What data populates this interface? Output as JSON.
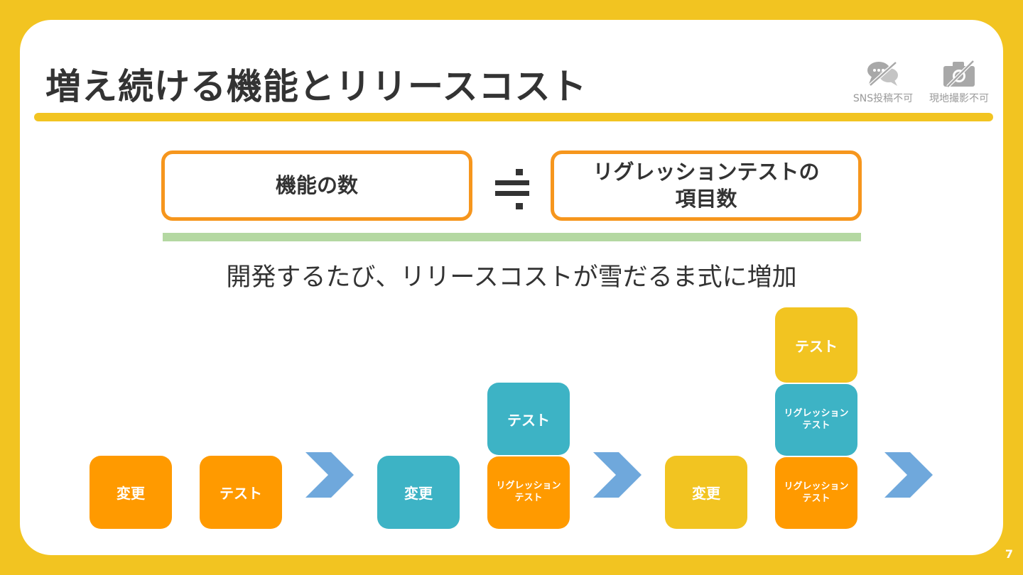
{
  "slide": {
    "title": "増え続ける機能とリリースコスト",
    "page_number": "7",
    "summary": "開発するたび、リリースコストが雪だるま式に増加"
  },
  "notices": [
    {
      "label": "SNS投稿不可",
      "icon": "no-chat-icon"
    },
    {
      "label": "現地撮影不可",
      "icon": "no-camera-icon"
    }
  ],
  "equation": {
    "left": "機能の数",
    "operator": "approximately-equal-icon",
    "right": "リグレッションテストの\n項目数"
  },
  "steps": [
    {
      "blocks": [
        {
          "label": "変更",
          "color": "#FF9A00"
        },
        {
          "label": "テスト",
          "color": "#FF9A00"
        }
      ]
    },
    {
      "blocks": [
        {
          "label": "変更",
          "color": "#3DB3C5"
        },
        {
          "label": "テスト",
          "color": "#3DB3C5"
        },
        {
          "label": "リグレッション\nテスト",
          "color": "#FF9A00"
        }
      ]
    },
    {
      "blocks": [
        {
          "label": "変更",
          "color": "#F2C421"
        },
        {
          "label": "テスト",
          "color": "#F2C421"
        },
        {
          "label": "リグレッション\nテスト",
          "color": "#3DB3C5"
        },
        {
          "label": "リグレッション\nテスト",
          "color": "#FF9A00"
        }
      ]
    }
  ],
  "colors": {
    "background": "#F2C421",
    "accent_orange": "#FF9A00",
    "accent_teal": "#3DB3C5",
    "rule_green": "#B4D8A2",
    "arrow_blue": "#6FA8DC"
  }
}
